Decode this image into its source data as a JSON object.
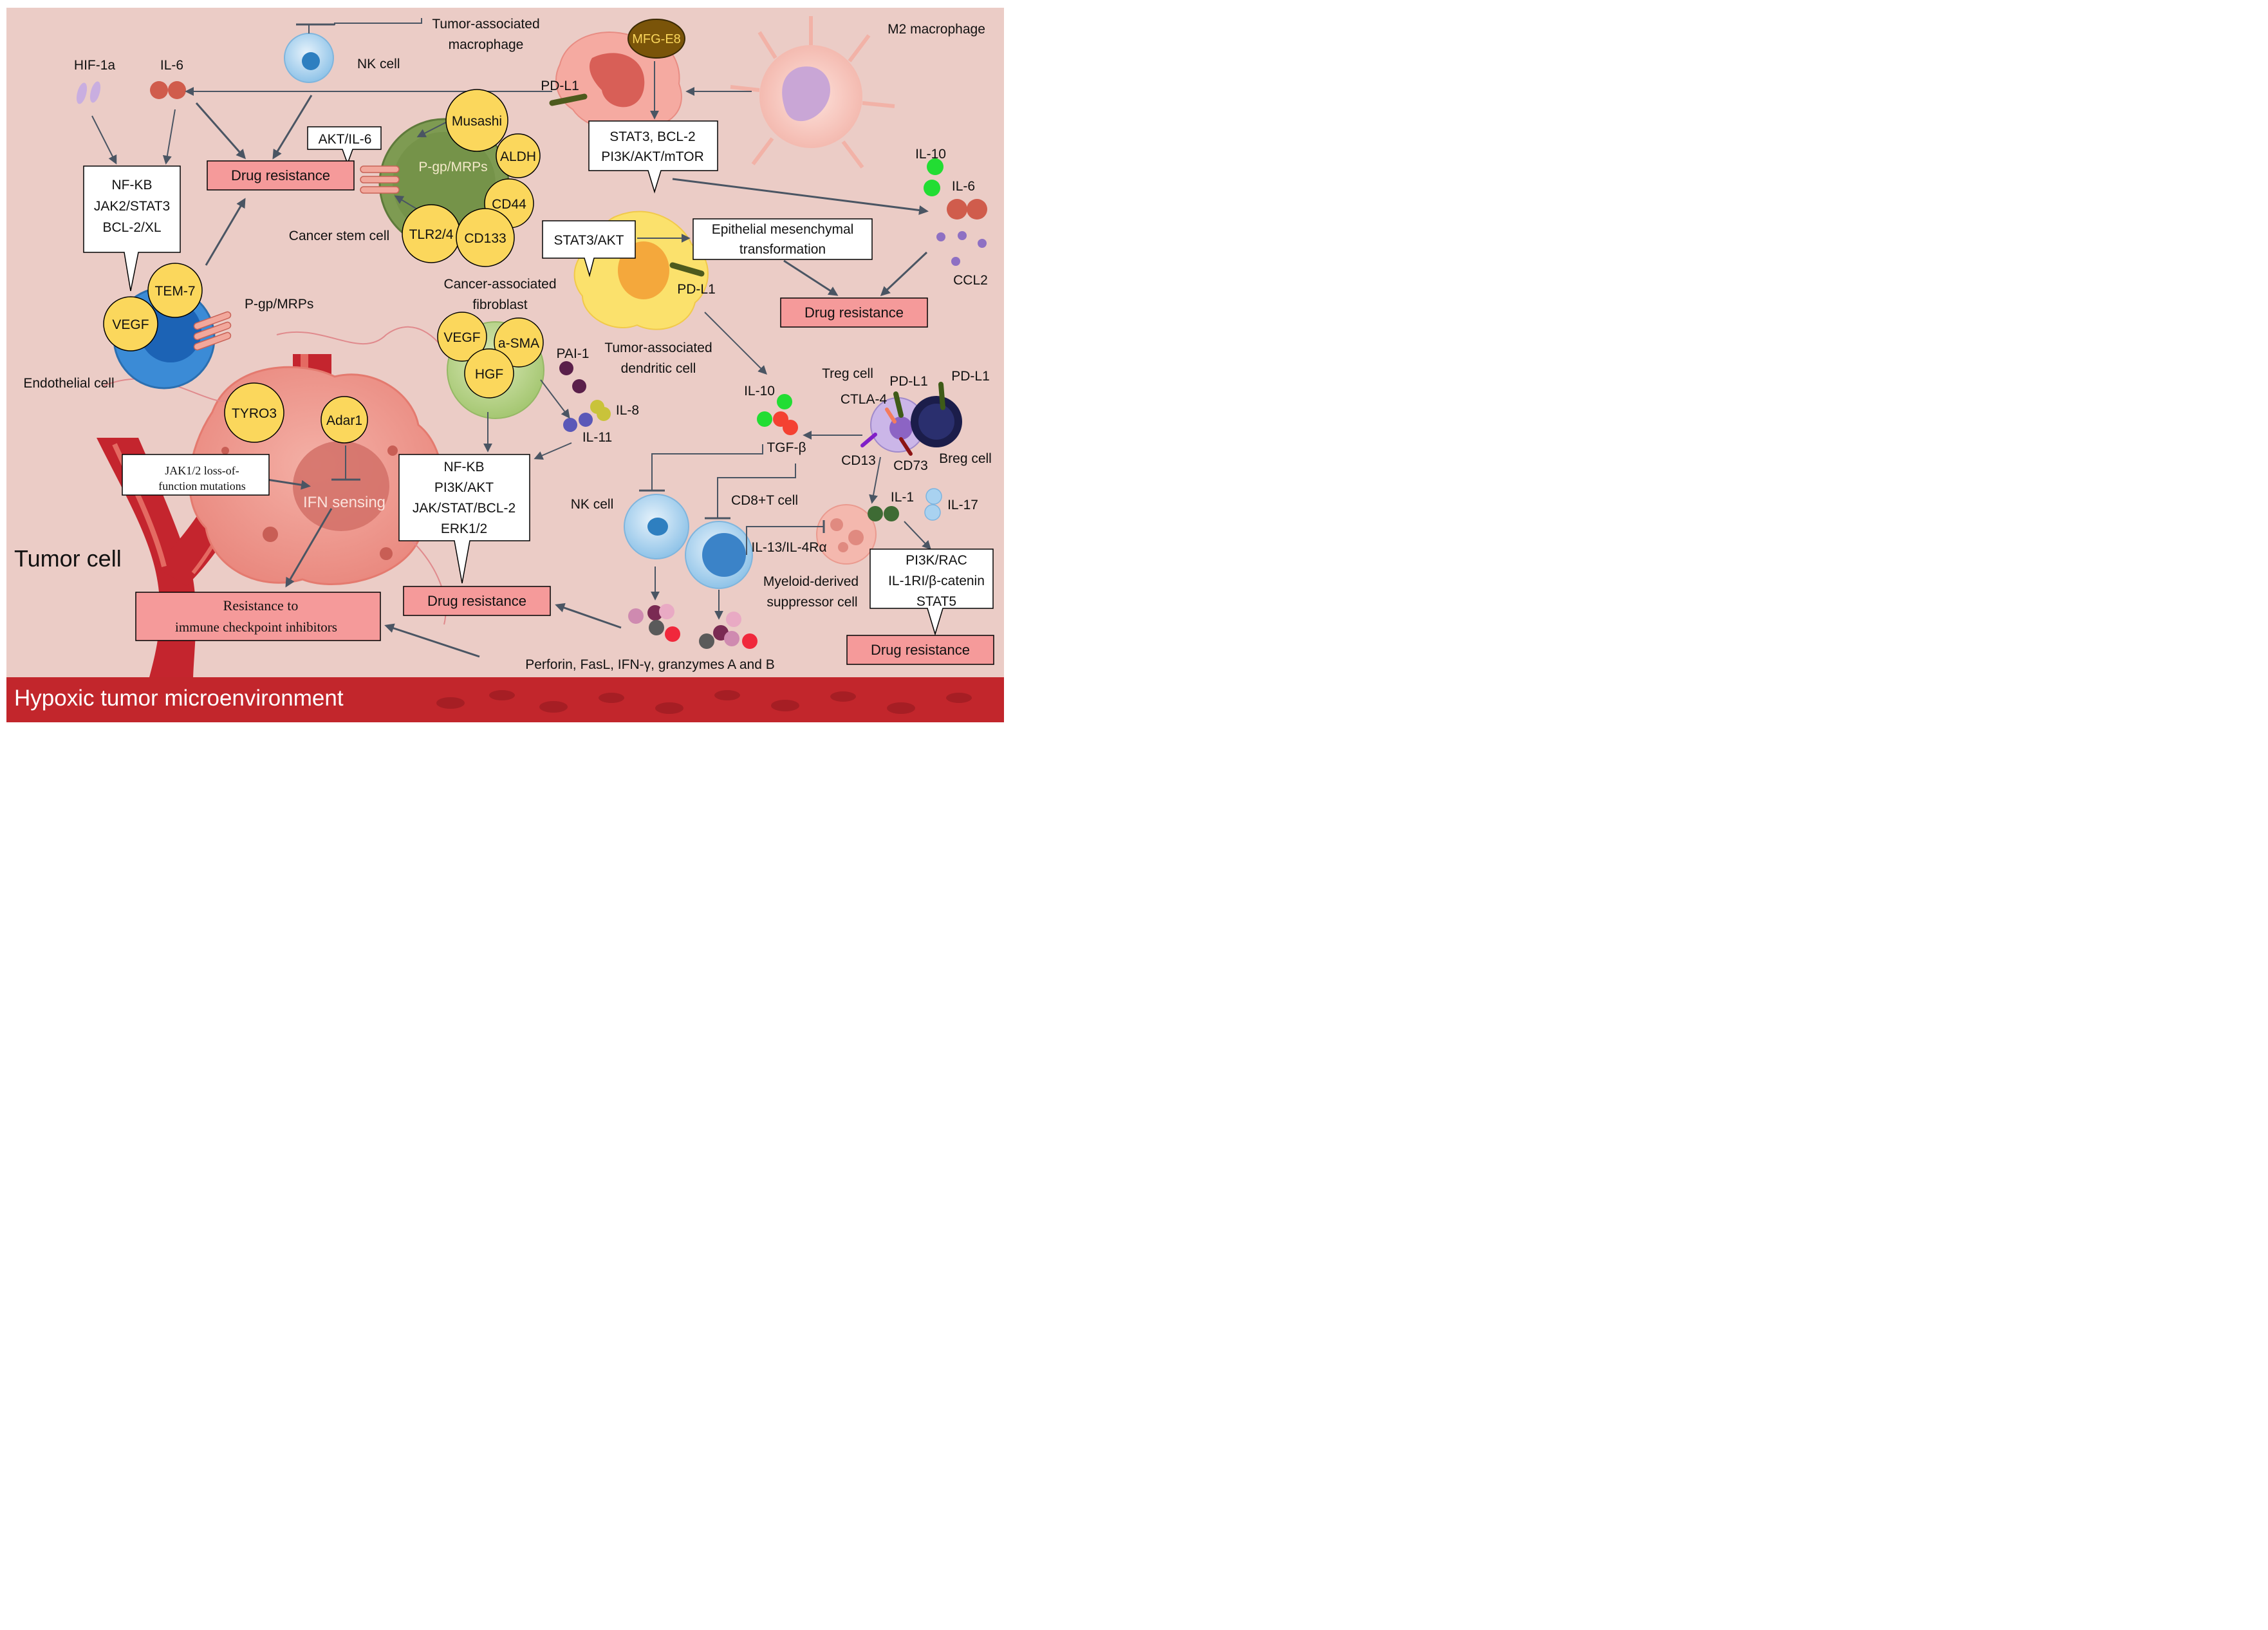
{
  "labels": {
    "tumor_macrophage": [
      "Tumor-associated",
      "macrophage"
    ],
    "nk_cell_top": "NK cell",
    "m2_macrophage": "M2 macrophage",
    "hif": "HIF-1a",
    "il6_top": "IL-6",
    "pdl1_top": "PD-L1",
    "mfge8": "MFG-E8",
    "akt_il6": "AKT/IL-6",
    "musashi": "Musashi",
    "aldh": "ALDH",
    "cd44": "CD44",
    "tlr": "TLR2/4",
    "cd133": "CD133",
    "pgp_csc": "P-gp/MRPs",
    "cancer_stem_cell": "Cancer stem cell",
    "drug_resistance": "Drug resistance",
    "nfkb_box_left": [
      "NF-KB",
      "JAK2/STAT3",
      "BCL-2/XL"
    ],
    "stat_box_top": [
      "STAT3, BCL-2",
      "PI3K/AKT/mTOR"
    ],
    "il10_right": "IL-10",
    "il6_right": "IL-6",
    "ccl2": "CCL2",
    "stat3_akt": "STAT3/AKT",
    "emt": [
      "Epithelial mesenchymal",
      "transformation"
    ],
    "pdl1_dc": "PD-L1",
    "tem7": "TEM-7",
    "vegf_endo": "VEGF",
    "pgp_endo": "P-gp/MRPs",
    "endothelial_cell": "Endothelial cell",
    "caf": [
      "Cancer-associated",
      "fibroblast"
    ],
    "vegf_caf": "VEGF",
    "asma": "a-SMA",
    "hgf": "HGF",
    "pai1": "PAI-1",
    "il8": "IL-8",
    "il11": "IL-11",
    "tadc": [
      "Tumor-associated",
      "dendritic cell"
    ],
    "il10_mid": "IL-10",
    "treg": "Treg cell",
    "pdl1_treg": "PD-L1",
    "pdl1_breg": "PD-L1",
    "ctla4": "CTLA-4",
    "cd13": "CD13",
    "cd73": "CD73",
    "breg": "Breg cell",
    "tgfb": "TGF-β",
    "tyro3": "TYRO3",
    "adar1": "Adar1",
    "jak_box": [
      "JAK1/2 loss-of-",
      "function mutations"
    ],
    "ifn_sensing": "IFN sensing",
    "nfkb_box_mid": [
      "NF-KB",
      "PI3K/AKT",
      "JAK/STAT/BCL-2",
      "ERK1/2"
    ],
    "nk_cell_bottom": "NK cell",
    "cd8": "CD8+T cell",
    "il1": "IL-1",
    "il17": "IL-17",
    "il13": "IL-13/IL-4Rα",
    "mdsc": [
      "Myeloid-derived",
      "suppressor cell"
    ],
    "pi3k_box": [
      "PI3K/RAC",
      "IL-1RI/β-catenin",
      "STAT5"
    ],
    "tumor_cell": "Tumor cell",
    "resistance_ici": [
      "Resistance to",
      "immune checkpoint inhibitors"
    ],
    "perforin": "Perforin, FasL, IFN-γ, granzymes A and B",
    "hypoxic": "Hypoxic tumor microenvironment"
  },
  "colors": {
    "background": "#ebccc6",
    "drug_box_fill": "#f59a9a",
    "marker_fill": "#fbd75c",
    "arrow": "#4a5563",
    "vessel": "#c4252e",
    "bottom_band": "#c2262c"
  }
}
